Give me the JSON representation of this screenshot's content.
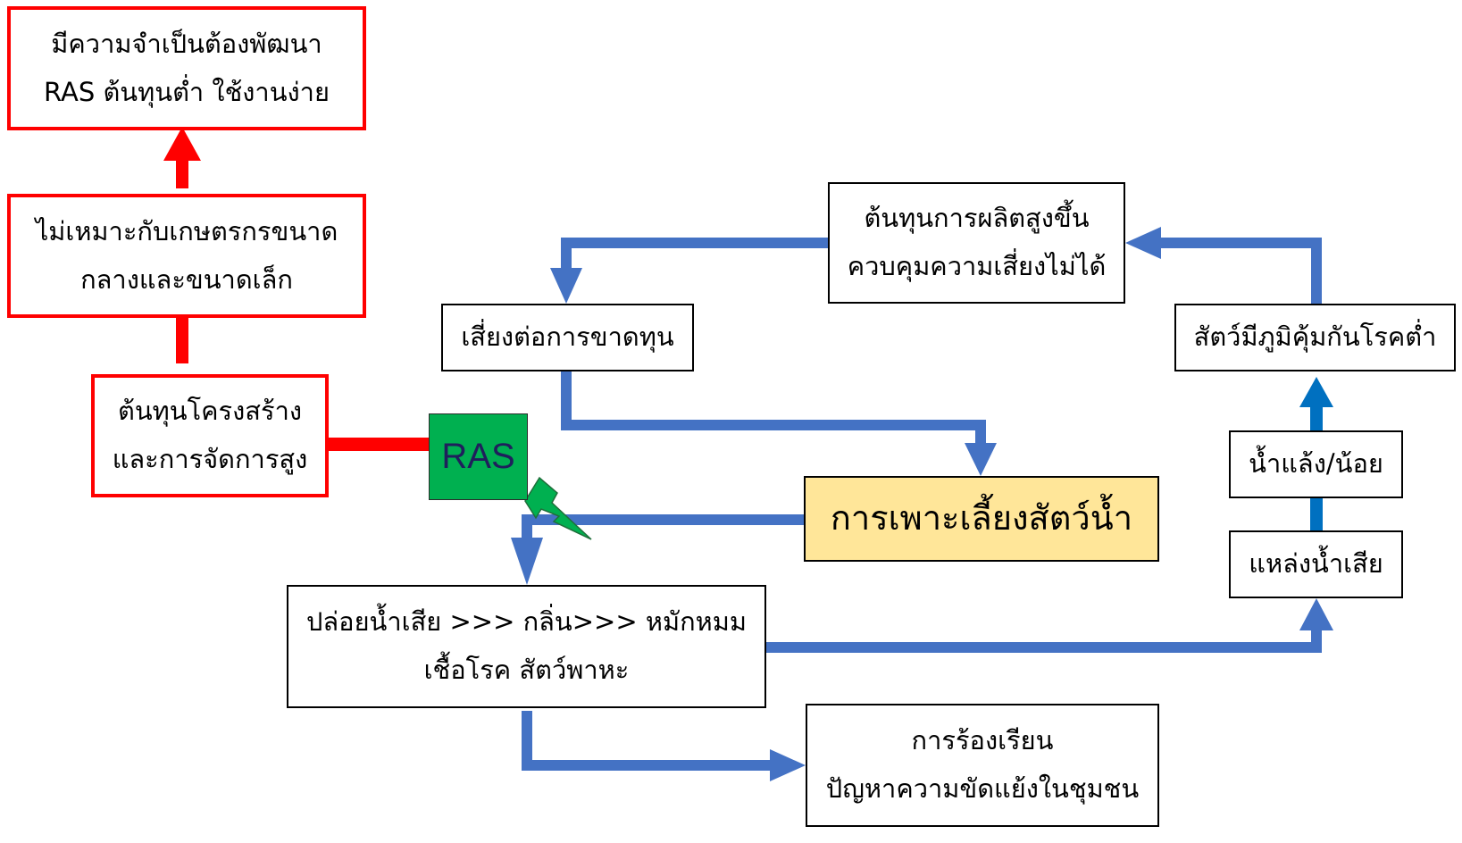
{
  "colors": {
    "red_flow": "#ff0000",
    "blue_flow": "#4472c4",
    "blue_arrow_up": "#0070c0",
    "ras_fill": "#00b050",
    "main_fill": "#ffe699",
    "lightning_fill": "#00b050"
  },
  "boxes": {
    "need_dev": {
      "line1": "มีความจำเป็นต้องพัฒนา",
      "line2": "RAS ต้นทุนต่ำ ใช้งานง่าย"
    },
    "unsuitable": {
      "line1": "ไม่เหมาะกับเกษตรกรขนาด",
      "line2": "กลางและขนาดเล็ก"
    },
    "high_cost": {
      "line1": "ต้นทุนโครงสร้าง",
      "line2": "และการจัดการสูง"
    },
    "ras": {
      "label": "RAS"
    },
    "prod_cost": {
      "line1": "ต้นทุนการผลิตสูงขึ้น",
      "line2": "ควบคุมความเสี่ยงไม่ได้"
    },
    "loss_risk": {
      "label": "เสี่ยงต่อการขาดทุน"
    },
    "aquaculture": {
      "label": "การเพาะเลี้ยงสัตว์น้ำ"
    },
    "wastewater": {
      "line1": "ปล่อยน้ำเสีย >>> กลิ่น>>> หมักหมม",
      "line2": "เชื้อโรค สัตว์พาหะ"
    },
    "complaint": {
      "line1": "การร้องเรียน",
      "line2": "ปัญหาความขัดแย้งในชุมชน"
    },
    "low_immunity": {
      "label": "สัตว์มีภูมิคุ้มกันโรคต่ำ"
    },
    "water_shortage": {
      "label": "น้ำแล้ง/น้อย"
    },
    "waste_source": {
      "label": "แหล่งน้ำเสีย"
    }
  },
  "icons": [
    "arrow-up-icon",
    "arrow-down-icon",
    "arrow-right-icon",
    "arrow-left-icon",
    "lightning-icon"
  ]
}
